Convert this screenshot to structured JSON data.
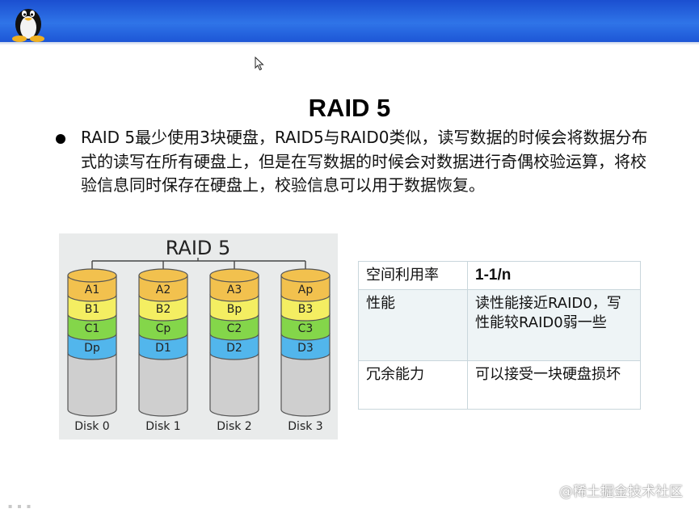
{
  "slide": {
    "title": "RAID 5",
    "bullet": "RAID 5最少使用3块硬盘，RAID5与RAID0类似，读写数据的时候会将数据分布式的读写在所有硬盘上，但是在写数据的时候会对数据进行奇偶校验运算，将校验信息同时保存在硬盘上，校验信息可以用于数据恢复。"
  },
  "diagram": {
    "title": "RAID 5",
    "disks": [
      {
        "label": "Disk 0",
        "blocks": [
          "A1",
          "B1",
          "C1",
          "Dp"
        ]
      },
      {
        "label": "Disk 1",
        "blocks": [
          "A2",
          "B2",
          "Cp",
          "D1"
        ]
      },
      {
        "label": "Disk 2",
        "blocks": [
          "A3",
          "Bp",
          "C2",
          "D2"
        ]
      },
      {
        "label": "Disk 3",
        "blocks": [
          "Ap",
          "B3",
          "C3",
          "D3"
        ]
      }
    ],
    "colors": {
      "row_a": "#f2c14e",
      "row_b": "#f4ee62",
      "row_c": "#84d64a",
      "row_d": "#52b6ec",
      "empty": "#cfcfcf"
    }
  },
  "table": {
    "rows": [
      {
        "key": "空间利用率",
        "value": "1-1/n"
      },
      {
        "key": "性能",
        "value": "读性能接近RAID0，写性能较RAID0弱一些"
      },
      {
        "key": "冗余能力",
        "value": "可以接受一块硬盘损坏"
      }
    ]
  },
  "watermark": "@稀土掘金技术社区",
  "icons": {
    "logo": "tux-penguin-icon",
    "cursor": "mouse-cursor-icon"
  }
}
